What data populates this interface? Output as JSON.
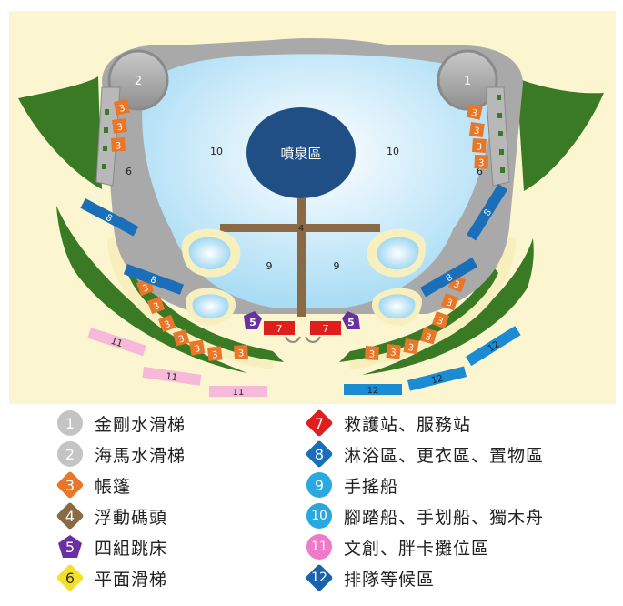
{
  "map": {
    "fountain_label": "噴泉區",
    "area_labels": {
      "pool_left": "10",
      "pool_right": "10",
      "dock": "4",
      "paddle_left": "9",
      "paddle_right": "9",
      "slide_left": "6",
      "slide_right": "6",
      "tower_left": "2",
      "tower_right": "1",
      "rescue": "7",
      "trampoline": "5",
      "tent": "3",
      "shower": "8",
      "booth": "11",
      "queue": "12"
    }
  },
  "legend": {
    "items": [
      {
        "num": "1",
        "label": "金剛水滑梯",
        "color": "#c4c4c4",
        "shape": "circle"
      },
      {
        "num": "2",
        "label": "海馬水滑梯",
        "color": "#c4c4c4",
        "shape": "circle"
      },
      {
        "num": "3",
        "label": "帳篷",
        "color": "#e8772a",
        "shape": "square"
      },
      {
        "num": "4",
        "label": "浮動碼頭",
        "color": "#8a6a45",
        "shape": "square"
      },
      {
        "num": "5",
        "label": "四組跳床",
        "color": "#6a2fa0",
        "shape": "pentagon"
      },
      {
        "num": "6",
        "label": "平面滑梯",
        "color": "#f3e02a",
        "shape": "diamond"
      },
      {
        "num": "7",
        "label": "救護站、服務站",
        "color": "#e01e1e",
        "shape": "diamond"
      },
      {
        "num": "8",
        "label": "淋浴區、更衣區、置物區",
        "color": "#1b6fb8",
        "shape": "diamond"
      },
      {
        "num": "9",
        "label": "手搖船",
        "color": "#2aa9e0",
        "shape": "circle"
      },
      {
        "num": "10",
        "label": "腳踏船、手划船、獨木舟",
        "color": "#29a8df",
        "shape": "circle"
      },
      {
        "num": "11",
        "label": "文創、胖卡攤位區",
        "color": "#ee7ac8",
        "shape": "circle"
      },
      {
        "num": "12",
        "label": "排隊等候區",
        "color": "#1b62ad",
        "shape": "diamond"
      }
    ]
  },
  "colors": {
    "background": "#fbf6cf",
    "water": "#bfe8fb",
    "green": "#3a7a25",
    "fountain": "#1f4f84",
    "dock": "#8a6a45",
    "tent": "#e8772a",
    "shower": "#1b6fb8",
    "booth": "#f7b9d9",
    "queue": "#1b8bd4",
    "rescue": "#e01e1e",
    "trampoline": "#6a2fa0"
  }
}
